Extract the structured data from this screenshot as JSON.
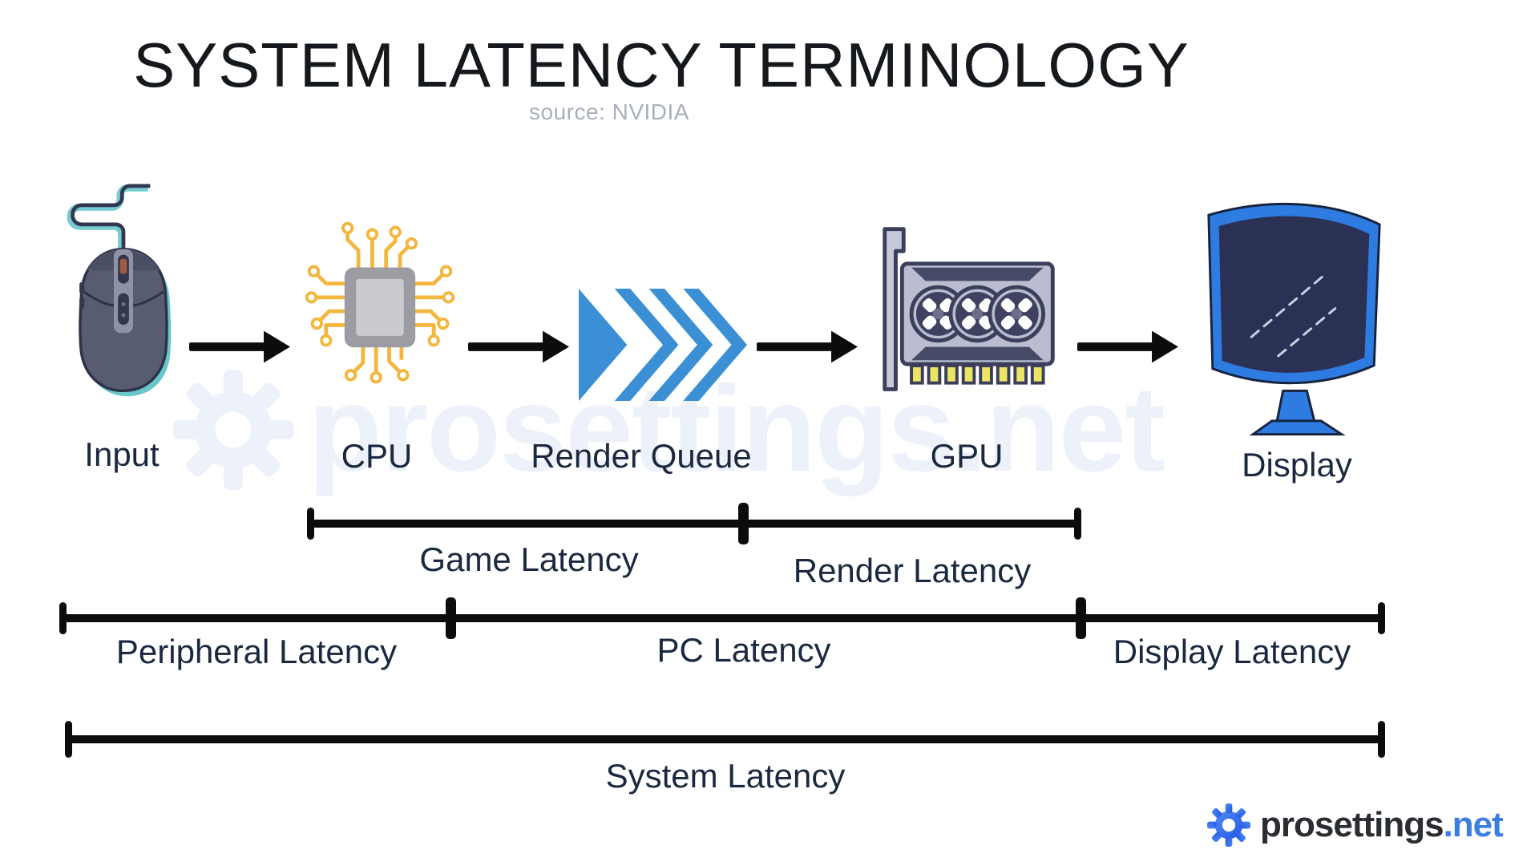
{
  "header": {
    "title": "SYSTEM LATENCY TERMINOLOGY",
    "source_note": "source: NVIDIA"
  },
  "flow": {
    "nodes": [
      {
        "label": "Input",
        "icon": "mouse-icon"
      },
      {
        "label": "CPU",
        "icon": "cpu-chip-icon"
      },
      {
        "label": "Render Queue",
        "icon": "render-queue-chevrons-icon"
      },
      {
        "label": "GPU",
        "icon": "graphics-card-icon"
      },
      {
        "label": "Display",
        "icon": "monitor-icon"
      }
    ]
  },
  "latency_brackets": {
    "game_render_row": [
      {
        "label": "Game Latency"
      },
      {
        "label": "Render Latency"
      }
    ],
    "peripheral_pc_display_row": [
      {
        "label": "Peripheral Latency"
      },
      {
        "label": "PC Latency"
      },
      {
        "label": "Display Latency"
      }
    ],
    "system_row": [
      {
        "label": "System Latency"
      }
    ]
  },
  "watermark": {
    "text": "prosettings.net"
  },
  "footer_logo": {
    "brand": "prosettings",
    "tld": ".net"
  },
  "colors": {
    "queue_blue": "#3b8fd4",
    "trace_gold": "#f3b63e",
    "label_navy": "#1b2940",
    "bracket_black": "#0c0c0c",
    "logo_blue": "#3c7de2",
    "watermark_blue": "#edf1f9"
  }
}
